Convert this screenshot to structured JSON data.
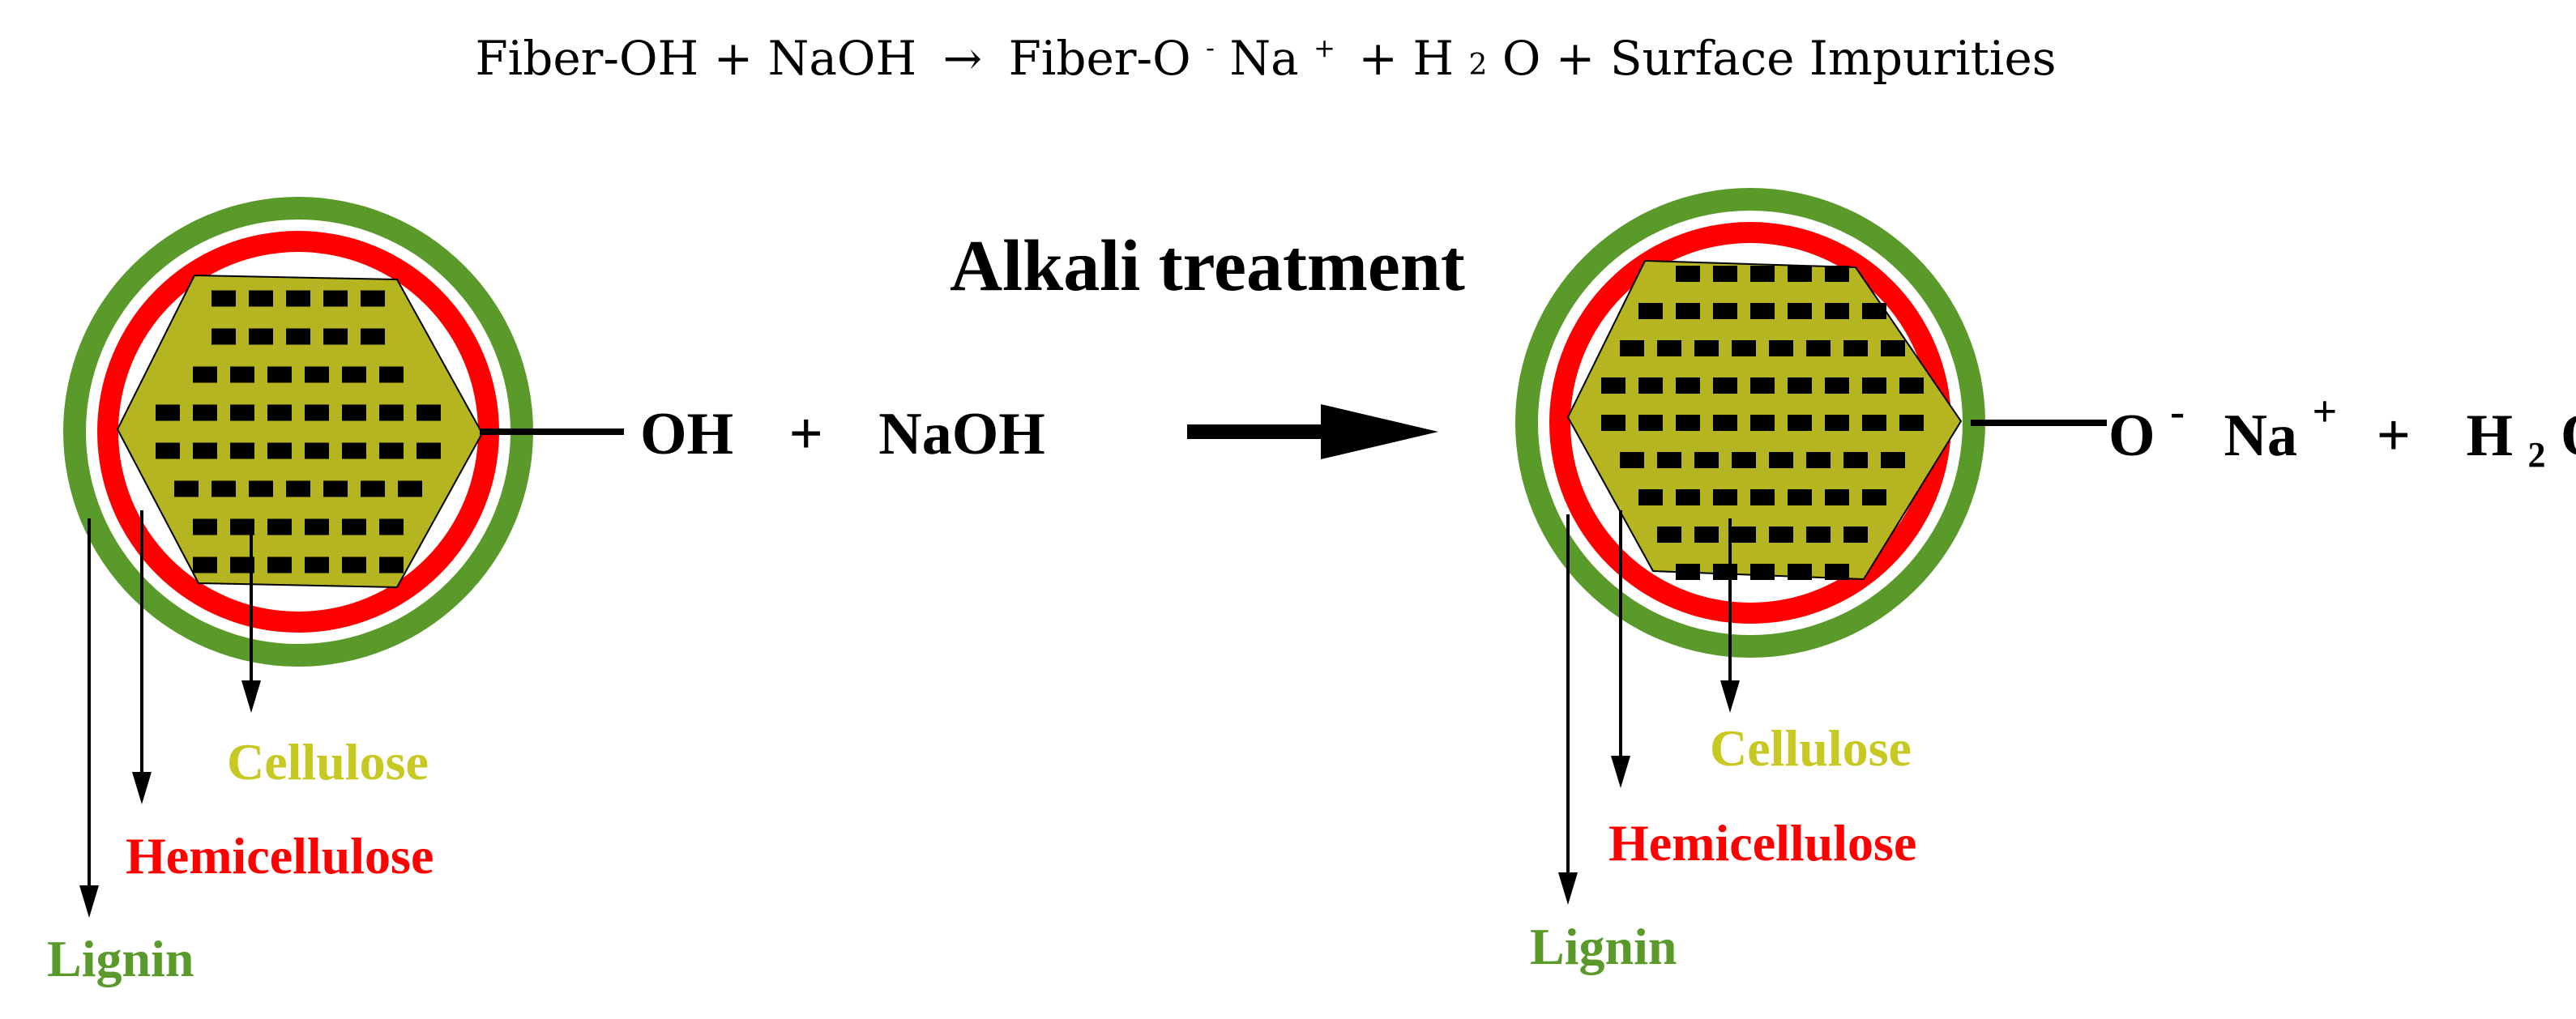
{
  "equation": {
    "lhs": "Fiber-OH + NaOH",
    "arrow": "→",
    "mid": "Fiber-O",
    "mid_sup": "-",
    "na": "Na",
    "na_sup": "+",
    "plus_h": "+ H",
    "h_sub": "2",
    "rest": "O + Surface Impurities"
  },
  "process_label": "Alkali treatment",
  "left_fiber": {
    "group": "OH",
    "plus": "+",
    "reagent": "NaOH"
  },
  "right_fiber": {
    "group_o": "O",
    "o_sup": "-",
    "group_na": "Na",
    "na_sup": "+",
    "plus": "+",
    "h": "H",
    "h_sub": "2",
    "o": "O"
  },
  "labels": {
    "cellulose": "Cellulose",
    "hemicellulose": "Hemicellulose",
    "lignin": "Lignin"
  },
  "colors": {
    "lignin": "#5a9a2a",
    "hemicellulose": "#ff0000",
    "cellulose": "#b5b522",
    "cellulose_text": "#c8c823",
    "microfibril": "#000000",
    "text": "#000000"
  }
}
